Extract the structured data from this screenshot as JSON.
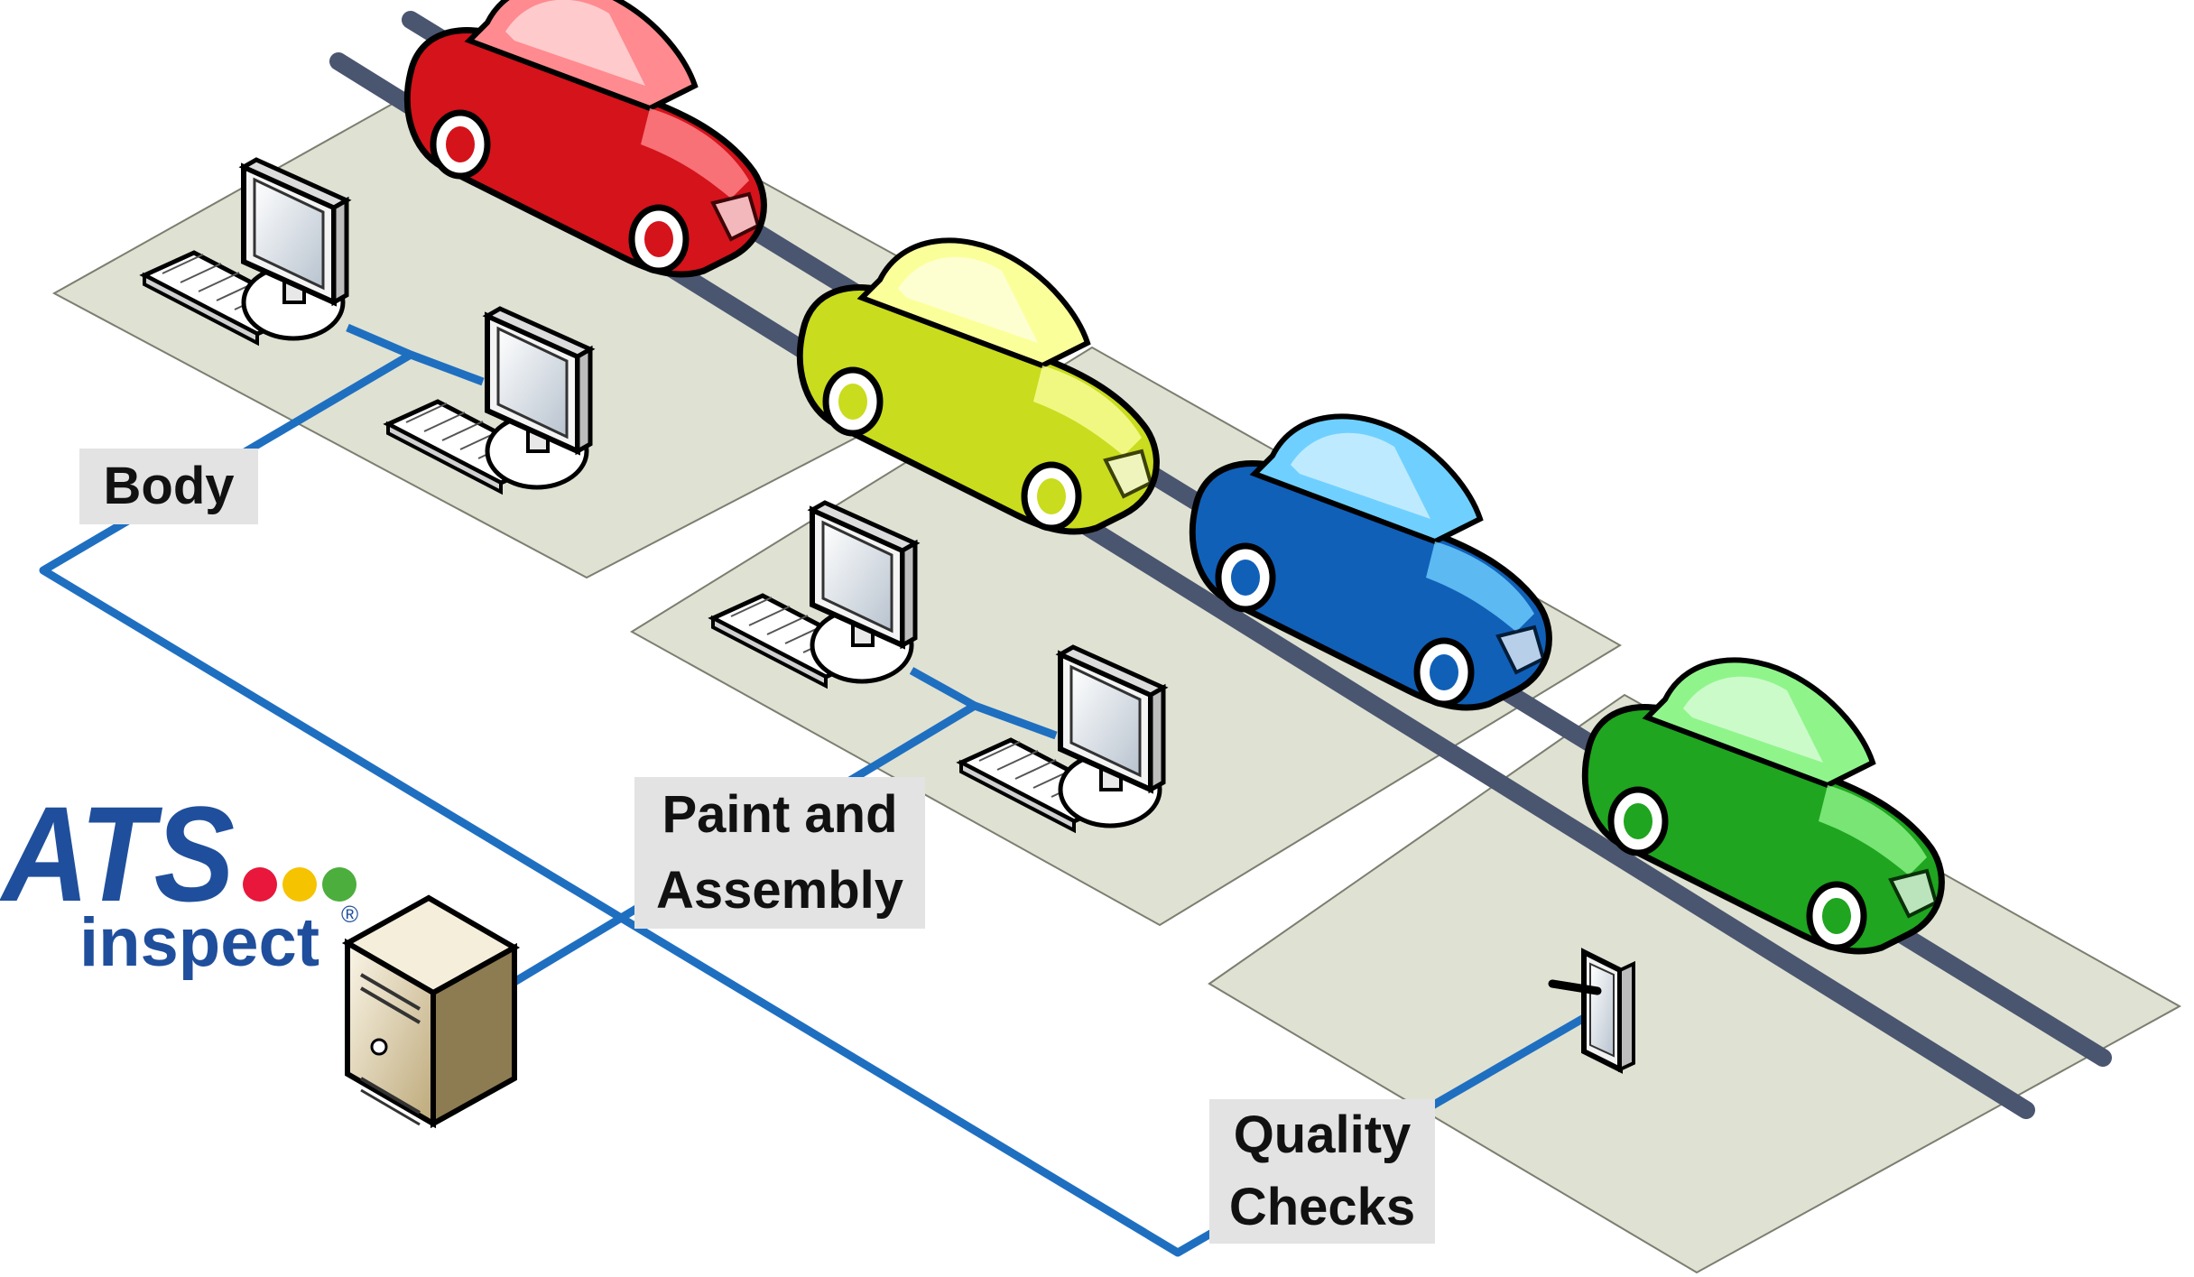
{
  "stations": [
    {
      "label": "Body"
    },
    {
      "label": "Paint and\nAssembly"
    },
    {
      "label": "Quality\nChecks"
    }
  ],
  "cars": [
    {
      "color": "red",
      "body": "#d4131b",
      "light": "#ff8a8f"
    },
    {
      "color": "yellow-green",
      "body": "#c9dc1e",
      "light": "#fbff9a"
    },
    {
      "color": "blue",
      "body": "#1060b8",
      "light": "#6fd0ff"
    },
    {
      "color": "green",
      "body": "#1fa51f",
      "light": "#8ff58a"
    }
  ],
  "logo": {
    "wordmark": "ATS",
    "subtitle": "inspect",
    "registered": "®",
    "brand_color": "#1f4f9c",
    "dot_colors": [
      "#e8173b",
      "#f6c300",
      "#4cae3c"
    ]
  },
  "colors": {
    "network": "#1f6fc1",
    "platform": "#dfe2d2",
    "track": "#4a5670"
  }
}
